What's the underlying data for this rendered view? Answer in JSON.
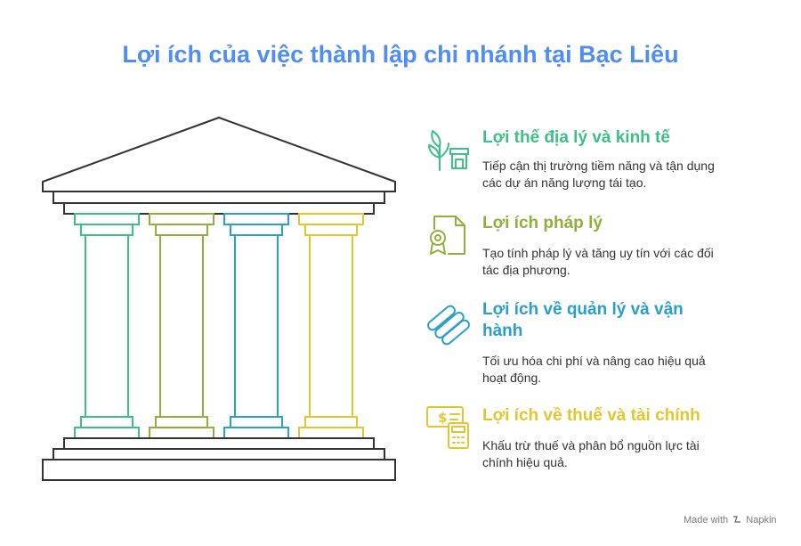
{
  "title": "Lợi ích của việc thành lập chi nhánh tại Bạc Liêu",
  "colors": {
    "title": "#4f8df0",
    "outline": "#333333"
  },
  "pillars": [
    {
      "color": "#3dbf86"
    },
    {
      "color": "#8fb03a"
    },
    {
      "color": "#2a9fc9"
    },
    {
      "color": "#e1c632"
    }
  ],
  "benefits": [
    {
      "heading": "Lợi thế địa lý và kinh tế",
      "description": "Tiếp cận thị trường tiềm năng và tận dụng các dự án năng lượng tái tạo.",
      "color": "#3dbf86",
      "icon": "plant-and-shop-icon"
    },
    {
      "heading": "Lợi ích pháp lý",
      "description": "Tạo tính pháp lý và tăng uy tín với các đối tác địa phương.",
      "color": "#8fb03a",
      "icon": "certificate-document-icon"
    },
    {
      "heading": "Lợi ích về quản lý và vận hành",
      "description": "Tối ưu hóa chi phí và nâng cao hiệu quả hoạt động.",
      "color": "#2a9fc9",
      "icon": "pills-optimization-icon"
    },
    {
      "heading": "Lợi ích về thuế và tài chính",
      "description": "Khấu trừ thuế và phân bổ nguồn lực tài chính hiệu quả.",
      "color": "#e1c632",
      "icon": "money-calculator-icon"
    }
  ],
  "credit": {
    "made_with": "Made with",
    "brand": "Napkin"
  }
}
